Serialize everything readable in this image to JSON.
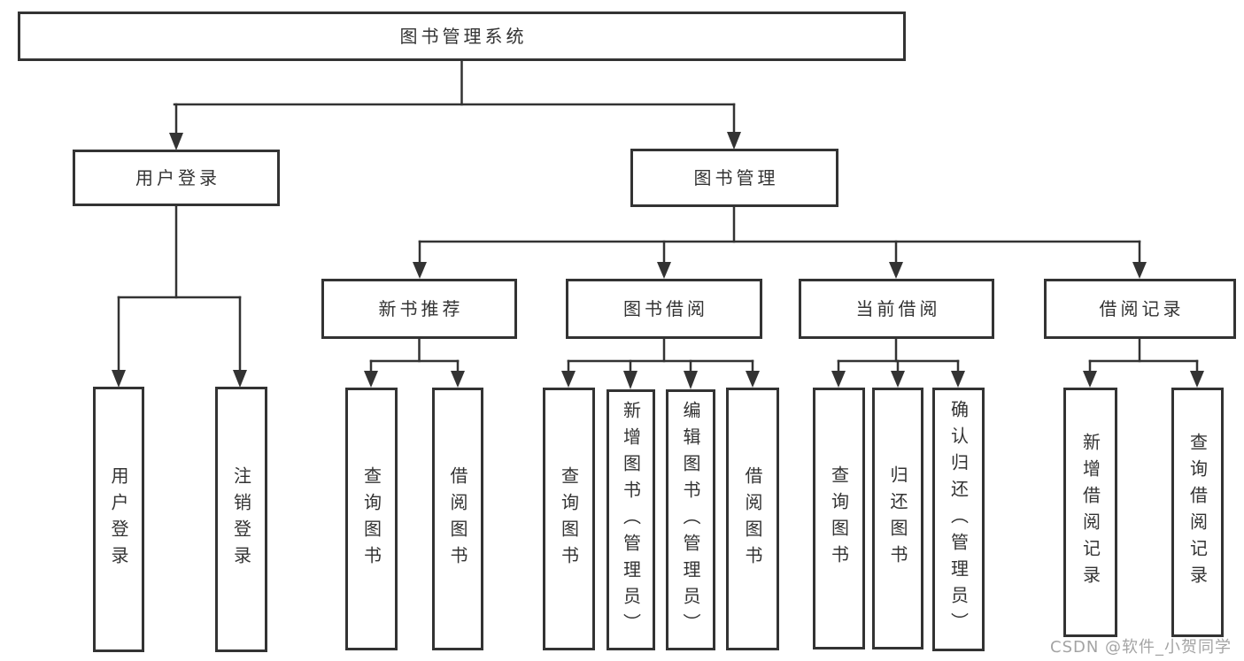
{
  "diagram": {
    "root": {
      "label": "图书管理系统"
    },
    "level2": [
      {
        "label": "用户登录",
        "children": [
          {
            "label": "用户登录"
          },
          {
            "label": "注销登录"
          }
        ]
      },
      {
        "label": "图书管理",
        "children": [
          {
            "label": "新书推荐",
            "children": [
              {
                "label": "查询图书"
              },
              {
                "label": "借阅图书"
              }
            ]
          },
          {
            "label": "图书借阅",
            "children": [
              {
                "label": "查询图书"
              },
              {
                "label": "新增图书（管理员）"
              },
              {
                "label": "编辑图书（管理员）"
              },
              {
                "label": "借阅图书"
              }
            ]
          },
          {
            "label": "当前借阅",
            "children": [
              {
                "label": "查询图书"
              },
              {
                "label": "归还图书"
              },
              {
                "label": "确认归还（管理员）"
              }
            ]
          },
          {
            "label": "借阅记录",
            "children": [
              {
                "label": "新增借阅记录"
              },
              {
                "label": "查询借阅记录"
              }
            ]
          }
        ]
      }
    ]
  },
  "watermark": {
    "text": "CSDN @软件_小贺同学"
  },
  "colors": {
    "background": "#ffffff",
    "box_background": "#ffffff",
    "box_border": "#333333",
    "line": "#333333",
    "text": "#333333",
    "watermark": "#9a9a9a"
  }
}
